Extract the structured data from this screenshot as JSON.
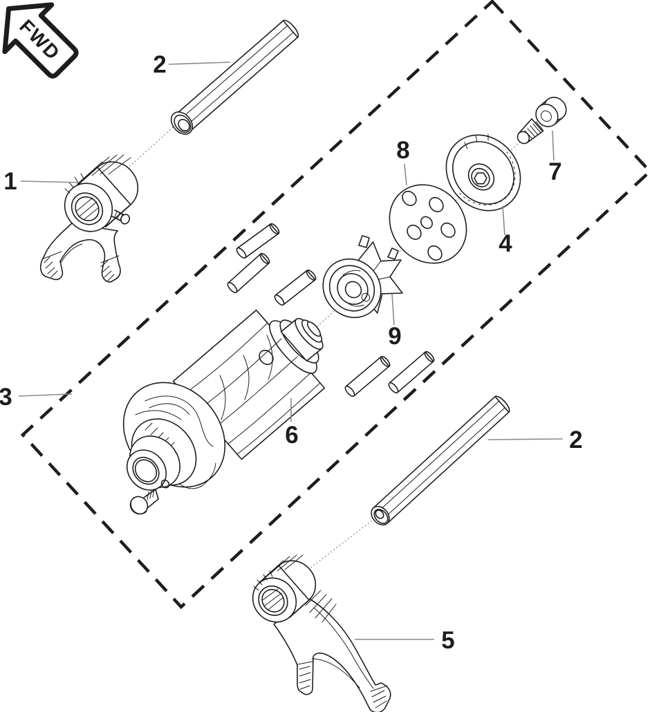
{
  "diagram_type": "exploded-parts-diagram",
  "badge": {
    "label": "FWD"
  },
  "callouts": {
    "c1": {
      "label": "1"
    },
    "c2_top": {
      "label": "2"
    },
    "c3": {
      "label": "3"
    },
    "c4": {
      "label": "4"
    },
    "c5": {
      "label": "5"
    },
    "c6": {
      "label": "6"
    },
    "c7": {
      "label": "7"
    },
    "c8": {
      "label": "8"
    },
    "c9": {
      "label": "9"
    },
    "c2_bottom": {
      "label": "2"
    }
  },
  "colors": {
    "line": "#1d1d1b",
    "leader": "#8a8a8a",
    "axis_dotted": "#6f6f6f",
    "background": "#ffffff"
  }
}
